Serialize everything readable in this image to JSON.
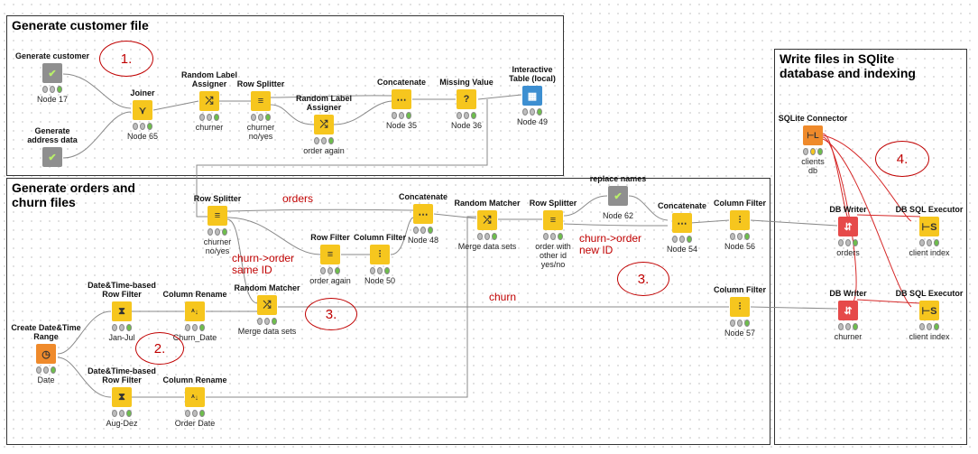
{
  "boxes": {
    "customer": "Generate customer file",
    "orders": "Generate orders and\nchurn files",
    "sqlite": "Write files in SQlite\ndatabase and indexing"
  },
  "annotations": {
    "orders": "orders",
    "churn_order_same": "churn->order\nsame ID",
    "churn_order_new": "churn->order\nnew ID",
    "churn": "churn",
    "circle1": "1.",
    "circle2": "2.",
    "circle3a": "3.",
    "circle3b": "3.",
    "circle4": "4."
  },
  "nodes": {
    "gen_customer": {
      "label": "Generate customer",
      "caption": "Node 17"
    },
    "gen_address": {
      "label": "Generate\naddress data",
      "caption": ""
    },
    "joiner": {
      "label": "Joiner",
      "caption": "Node 65"
    },
    "rla1": {
      "label": "Random Label\nAssigner",
      "caption": "churner"
    },
    "rs1": {
      "label": "Row Splitter",
      "caption": "churner\nno/yes"
    },
    "rla2": {
      "label": "Random Label\nAssigner",
      "caption": "order again"
    },
    "concat1": {
      "label": "Concatenate",
      "caption": "Node 35"
    },
    "missing": {
      "label": "Missing Value",
      "caption": "Node 36"
    },
    "interactive": {
      "label": "Interactive\nTable (local)",
      "caption": "Node 49"
    },
    "rs2": {
      "label": "Row Splitter",
      "caption": "churner\nno/yes"
    },
    "rowfilter": {
      "label": "Row Filter",
      "caption": "order again"
    },
    "colfilter50": {
      "label": "Column Filter",
      "caption": "Node 50"
    },
    "concat48": {
      "label": "Concatenate",
      "caption": "Node 48"
    },
    "rm_top": {
      "label": "Random Matcher",
      "caption": "Merge data sets"
    },
    "rs3": {
      "label": "Row Splitter",
      "caption": "order with\nother id\nyes/no"
    },
    "replace": {
      "label": "replace names",
      "caption": "Node 62"
    },
    "concat54": {
      "label": "Concatenate",
      "caption": "Node 54"
    },
    "colfilter56": {
      "label": "Column Filter",
      "caption": "Node 56"
    },
    "dt_filter1": {
      "label": "Date&Time-based\nRow Filter",
      "caption": "Jan-Jul"
    },
    "colrename1": {
      "label": "Column Rename",
      "caption": "Churn_Date"
    },
    "rm_mid": {
      "label": "Random Matcher",
      "caption": "Merge data sets"
    },
    "colfilter57": {
      "label": "Column Filter",
      "caption": "Node 57"
    },
    "dt_range": {
      "label": "Create Date&Time\nRange",
      "caption": "Date"
    },
    "dt_filter2": {
      "label": "Date&Time-based\nRow Filter",
      "caption": "Aug-Dez"
    },
    "colrename2": {
      "label": "Column Rename",
      "caption": "Order Date"
    },
    "sqlite_conn": {
      "label": "SQLite Connector",
      "caption": "clients\ndb"
    },
    "dbwriter1": {
      "label": "DB Writer",
      "caption": "orders"
    },
    "dbsql1": {
      "label": "DB SQL Executor",
      "caption": "client index"
    },
    "dbwriter2": {
      "label": "DB Writer",
      "caption": "churner"
    },
    "dbsql2": {
      "label": "DB SQL Executor",
      "caption": "client index"
    }
  }
}
